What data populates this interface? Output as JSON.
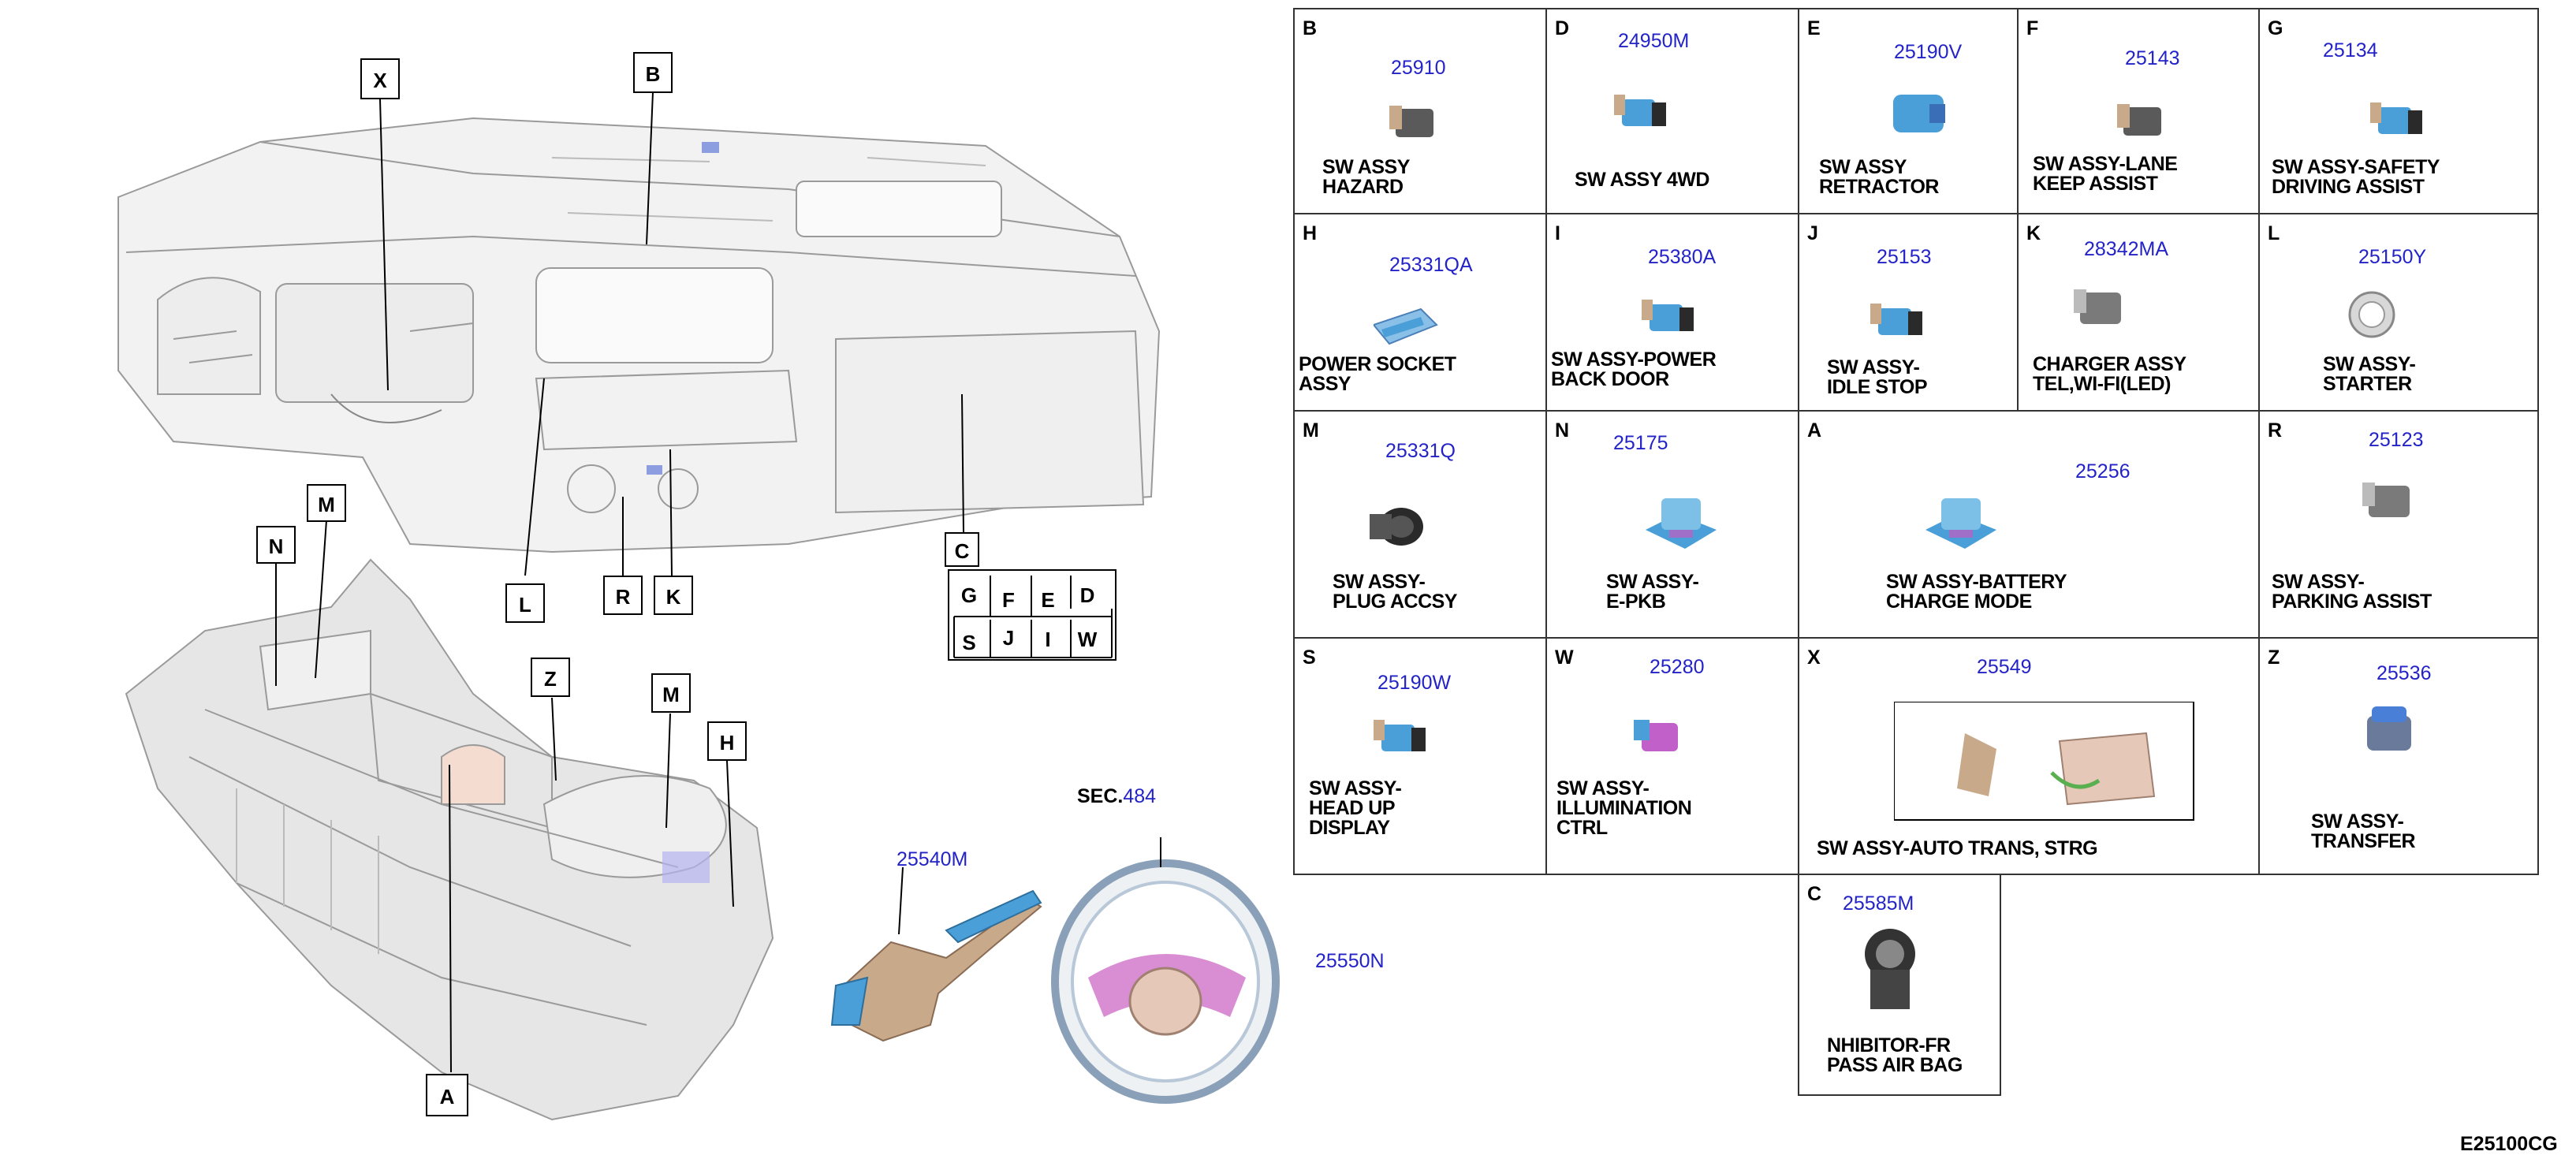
{
  "callouts": {
    "X": "X",
    "B": "B",
    "M1": "M",
    "N": "N",
    "L": "L",
    "R": "R",
    "K": "K",
    "C": "C",
    "Z": "Z",
    "M2": "M",
    "H": "H",
    "A": "A"
  },
  "c_grid": {
    "row1": [
      "G",
      "F",
      "E",
      "D"
    ],
    "row2": [
      "S",
      "J",
      "I",
      "W"
    ]
  },
  "loose_parts": {
    "stalk_pn": "25540M",
    "sec_label": "SEC.",
    "sec_num": "484",
    "paddle_pn": "25550N"
  },
  "cells": [
    {
      "letter": "B",
      "pn": "25910",
      "desc": "SW ASSY\nHAZARD"
    },
    {
      "letter": "D",
      "pn": "24950M",
      "desc": "SW ASSY 4WD"
    },
    {
      "letter": "E",
      "pn": "25190V",
      "desc": "SW ASSY\nRETRACTOR"
    },
    {
      "letter": "F",
      "pn": "25143",
      "desc": "SW ASSY-LANE\nKEEP ASSIST"
    },
    {
      "letter": "G",
      "pn": "25134",
      "desc": "SW ASSY-SAFETY\nDRIVING ASSIST"
    },
    {
      "letter": "H",
      "pn": "25331QA",
      "desc": "POWER SOCKET\nASSY"
    },
    {
      "letter": "I",
      "pn": "25380A",
      "desc": "SW ASSY-POWER\nBACK DOOR"
    },
    {
      "letter": "J",
      "pn": "25153",
      "desc": "SW ASSY-\nIDLE STOP"
    },
    {
      "letter": "K",
      "pn": "28342MA",
      "desc": "CHARGER ASSY\nTEL,WI-FI(LED)"
    },
    {
      "letter": "L",
      "pn": "25150Y",
      "desc": "SW ASSY-\nSTARTER"
    },
    {
      "letter": "M",
      "pn": "25331Q",
      "desc": "SW ASSY-\nPLUG ACCSY"
    },
    {
      "letter": "N",
      "pn": "25175",
      "desc": "SW ASSY-\nE-PKB"
    },
    {
      "letter": "A",
      "pn": "25256",
      "desc": "SW ASSY-BATTERY\nCHARGE MODE"
    },
    {
      "letter": "R",
      "pn": "25123",
      "desc": "SW ASSY-\nPARKING ASSIST"
    },
    {
      "letter": "S",
      "pn": "25190W",
      "desc": "SW ASSY-\nHEAD UP\nDISPLAY"
    },
    {
      "letter": "W",
      "pn": "25280",
      "desc": "SW ASSY-\nILLUMINATION\nCTRL"
    },
    {
      "letter": "X",
      "pn": "25549",
      "desc": "SW ASSY-AUTO TRANS, STRG"
    },
    {
      "letter": "Z",
      "pn": "25536",
      "desc": "SW ASSY-\nTRANSFER"
    },
    {
      "letter": "C",
      "pn": "25585M",
      "desc": "NHIBITOR-FR\nPASS AIR BAG"
    }
  ],
  "figure_code": "E25100CG",
  "colors": {
    "part_number": "#2323c8",
    "switch_blue": "#4a9fd8",
    "switch_grey": "#6e6e6e",
    "harness_tan": "#c8a98a",
    "accent_magenta": "#d070c8"
  }
}
